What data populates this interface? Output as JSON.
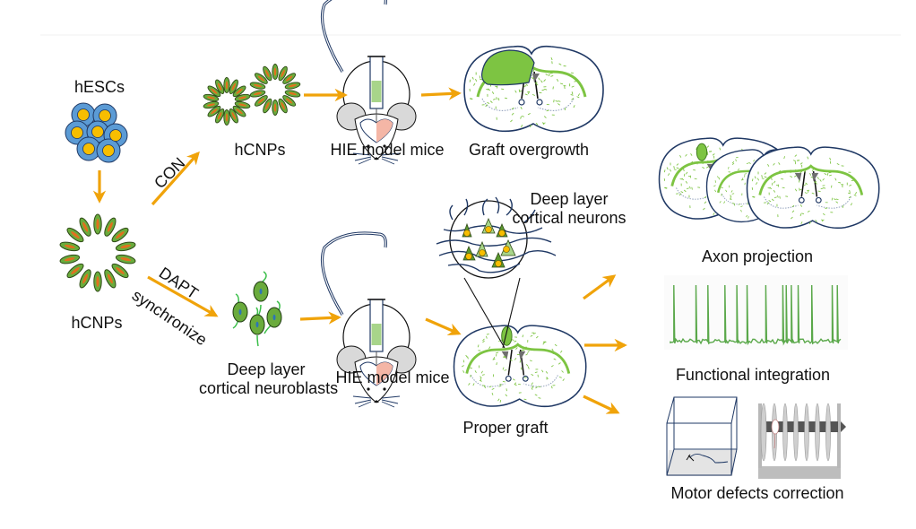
{
  "colors": {
    "arrow": "#f0a30a",
    "cell_green": "#6aab3c",
    "cell_green_light": "#a8d58a",
    "nucleus_orange": "#e2701e",
    "hesc_blue": "#5b9bd5",
    "hesc_yellow": "#f7be00",
    "outline_navy": "#1f3864",
    "graft_green": "#7dc442",
    "trace_green": "#5aa84a",
    "ventricle_gray": "#6f6f6f"
  },
  "nodes": {
    "hescs": {
      "label": "hESCs"
    },
    "hcnps_top": {
      "label": "hCNPs"
    },
    "hie_top": {
      "label": "HIE model mice"
    },
    "graft_overgrowth": {
      "label": "Graft overgrowth"
    },
    "hcnps_left": {
      "label": "hCNPs"
    },
    "neuroblasts": {
      "label_line1": "Deep layer",
      "label_line2": "cortical neuroblasts"
    },
    "hie_bottom": {
      "label": "HIE model mice"
    },
    "neurons": {
      "label_line1": "Deep layer",
      "label_line2": "cortical neurons"
    },
    "proper_graft": {
      "label": "Proper graft"
    },
    "axon_projection": {
      "label": "Axon projection"
    },
    "functional_integration": {
      "label": "Functional integration"
    },
    "motor_correction": {
      "label": "Motor defects correction"
    }
  },
  "edges": {
    "con": {
      "label": "CON"
    },
    "dapt": {
      "label_line1": "DAPT",
      "label_line2": "synchronize"
    }
  },
  "spike_trace": {
    "spike_positions": [
      0.02,
      0.15,
      0.22,
      0.32,
      0.39,
      0.45,
      0.56,
      0.66,
      0.68,
      0.71,
      0.75,
      0.83,
      0.95,
      0.98
    ]
  }
}
